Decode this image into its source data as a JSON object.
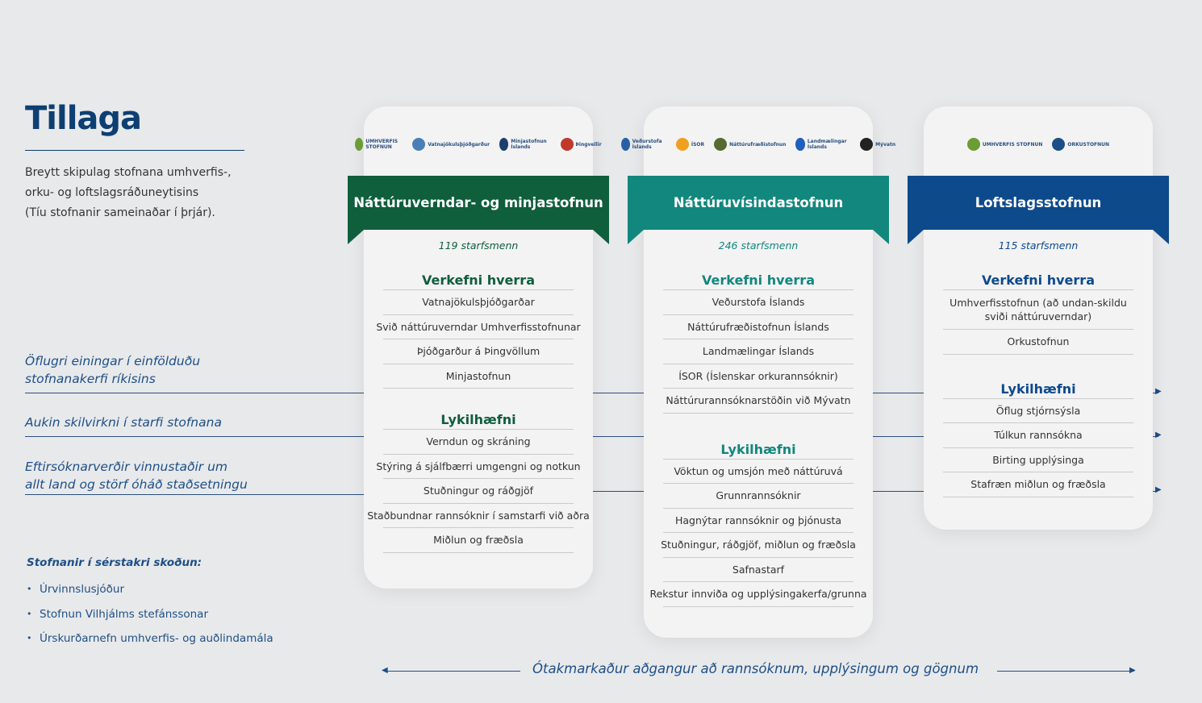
{
  "title": "Tillaga",
  "intro": [
    "Breytt skipulag stofnana umhverfis-,",
    "orku- og loftslagsráðuneytisins",
    "(Tíu stofnanir sameinaðar í þrjár)."
  ],
  "goals": [
    [
      "Öflugri einingar í einfölduðu",
      "stofnanakerfi ríkisins"
    ],
    [
      "Aukin skilvirkni í starfi stofnana"
    ],
    [
      "Eftirsóknarverðir vinnustaðir um",
      "allt land og störf óháð staðsetningu"
    ]
  ],
  "note": {
    "heading": "Stofnanir í sérstakri skoðun:",
    "items": [
      "Úrvinnslusjóður",
      "Stofnun Vilhjálms stefánssonar",
      "Úrskurðarnefn umhverfis- og auðlindamála"
    ]
  },
  "bottom": "Ótakmarkaður aðgangur að rannsóknum, upplýsingum og gögnum",
  "colors": {
    "green": "#0f5e3c",
    "teal": "#12877e",
    "blue": "#0d4a8c"
  },
  "cards": [
    {
      "name": "Náttúruverndar- og minjastofnun",
      "staff": "119 starfsmenn",
      "logos": [
        "UMHVERFIS STOFNUN",
        "Vatnajökulsþjóðgarður",
        "Minjastofnun Íslands",
        "Þingvellir"
      ],
      "tasks_h": "Verkefni hverra",
      "tasks": [
        "Vatnajökulsþjóðgarðar",
        "Svið náttúruverndar Umhverfisstofnunar",
        "Þjóðgarður á Þingvöllum",
        "Minjastofnun"
      ],
      "skills_h": "Lykilhæfni",
      "skills": [
        "Verndun og skráning",
        "Stýring á sjálfbærri umgengni og notkun",
        "Stuðningur og ráðgjöf",
        "Staðbundnar rannsóknir í samstarfi við aðra",
        "Miðlun og fræðsla"
      ]
    },
    {
      "name": "Náttúruvísindastofnun",
      "staff": "246 starfsmenn",
      "logos": [
        "Veðurstofa Íslands",
        "ÍSOR",
        "Náttúrufræðistofnun",
        "Landmælingar Íslands",
        "Mývatn"
      ],
      "tasks_h": "Verkefni hverra",
      "tasks": [
        "Veðurstofa Íslands",
        "Náttúrufræðistofnun Íslands",
        "Landmælingar Íslands",
        "ÍSOR (Íslenskar orkurannsóknir)",
        "Náttúrurannsóknarstöðin við Mývatn"
      ],
      "skills_h": "Lykilhæfni",
      "skills": [
        "Vöktun og umsjón með náttúruvá",
        "Grunnrannsóknir",
        "Hagnýtar rannsóknir og þjónusta",
        "Stuðningur, ráðgjöf, miðlun og fræðsla",
        "Safnastarf",
        "Rekstur innviða og upplýsingakerfa/grunna"
      ]
    },
    {
      "name": "Loftslagsstofnun",
      "staff": "115 starfsmenn",
      "logos": [
        "UMHVERFIS STOFNUN",
        "ORKUSTOFNUN"
      ],
      "tasks_h": "Verkefni hverra",
      "tasks": [
        "Umhverfisstofnun (að undan-skildu sviði náttúruverndar)",
        "Orkustofnun"
      ],
      "skills_h": "Lykilhæfni",
      "skills": [
        "Öflug stjórnsýsla",
        "Túlkun rannsókna",
        "Birting upplýsinga",
        "Stafræn miðlun og fræðsla"
      ]
    }
  ]
}
